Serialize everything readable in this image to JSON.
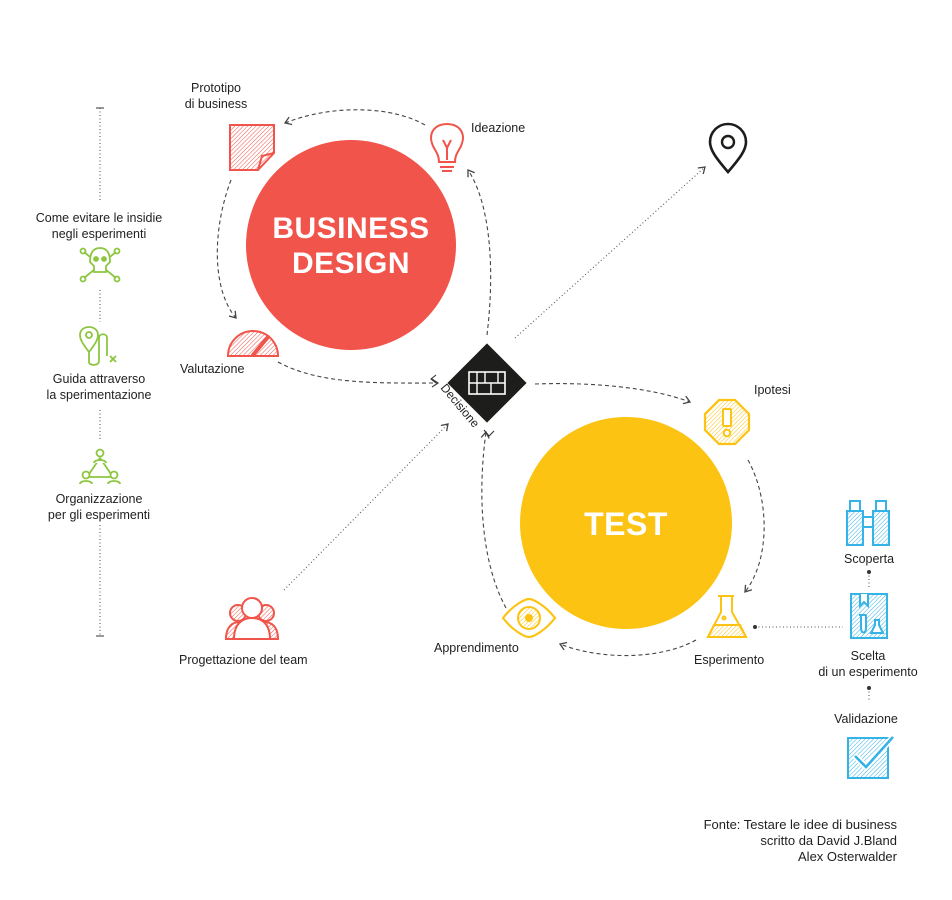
{
  "colors": {
    "business": "#f0544a",
    "test": "#fcc313",
    "green": "#8cc63f",
    "blue": "#35b3e6",
    "dark": "#1d1d1b",
    "line": "#555555"
  },
  "circles": {
    "business": "BUSINESS DESIGN",
    "business_line1": "BUSINESS",
    "business_line2": "DESIGN",
    "test": "TEST"
  },
  "center": {
    "label": "Decisione",
    "icon": "decision-diamond-icon"
  },
  "business_cycle": [
    {
      "label": "Prototipo\ndi business",
      "line1": "Prototipo",
      "line2": "di business",
      "icon": "prototype-sheet-icon"
    },
    {
      "label": "Ideazione",
      "icon": "lightbulb-icon"
    },
    {
      "label": "Valutazione",
      "icon": "gauge-icon"
    }
  ],
  "test_cycle": [
    {
      "label": "Ipotesi",
      "icon": "warning-octagon-icon"
    },
    {
      "label": "Esperimento",
      "icon": "flask-icon"
    },
    {
      "label": "Apprendimento",
      "icon": "eye-icon"
    }
  ],
  "team": {
    "label": "Progettazione del team",
    "icon": "team-people-icon"
  },
  "goal_icon": "location-pin-icon",
  "left_column": [
    {
      "line1": "Come evitare le insidie",
      "line2": "negli esperimenti",
      "icon": "skull-crossbones-icon"
    },
    {
      "line1": "Guida attraverso",
      "line2": "la sperimentazione",
      "icon": "route-map-icon"
    },
    {
      "line1": "Organizzazione",
      "line2": "per gli esperimenti",
      "icon": "network-people-icon"
    }
  ],
  "right_column": [
    {
      "line1": "Scoperta",
      "line2": "",
      "icon": "binoculars-icon"
    },
    {
      "line1": "Scelta",
      "line2": "di un esperimento",
      "icon": "experiment-book-icon"
    },
    {
      "line1": "Validazione",
      "line2": "",
      "icon": "checkbox-icon"
    }
  ],
  "source": {
    "line1": "Fonte: Testare le idee di business",
    "line2": "scritto da David J.Bland",
    "line3": "Alex Osterwalder"
  }
}
